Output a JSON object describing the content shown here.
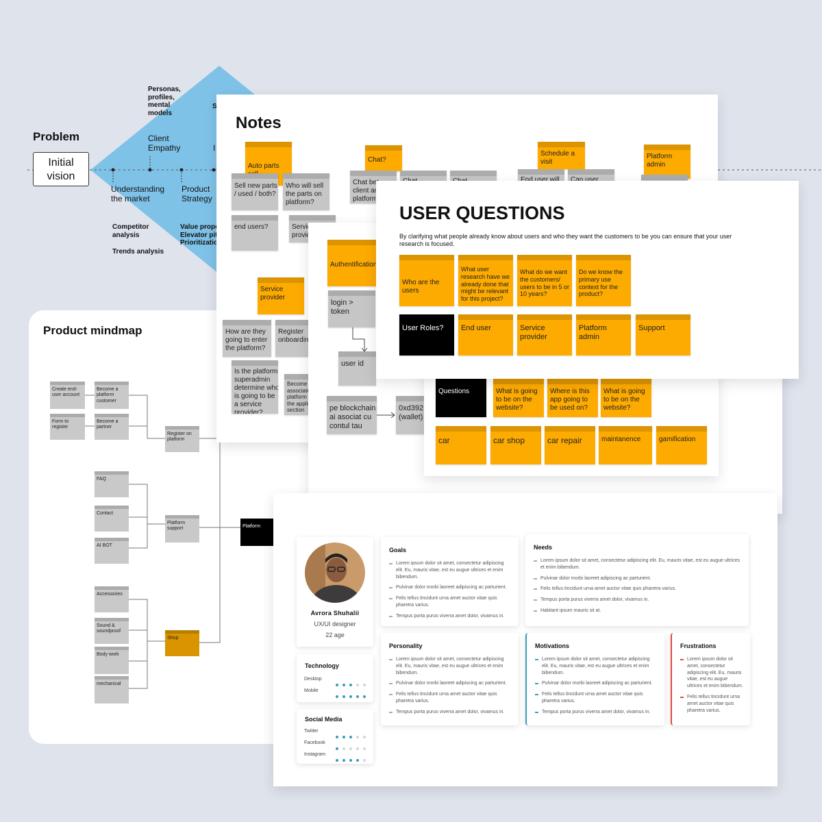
{
  "colors": {
    "background": "#dfe3ec",
    "diamond": "#7fc2e8",
    "sticky": "#fdab00",
    "accent": "#3a9ab8",
    "frustration": "#e0483a"
  },
  "diagram": {
    "problem": "Problem",
    "initial_vision": "Initial\nvision",
    "personas": "Personas,\nprofiles,\nmental\nmodels",
    "client_empathy": "Client\nEmpathy",
    "understanding": "Understanding\nthe market",
    "product_strategy": "Product\nStrategy",
    "competitor": "Competitor\nanalysis",
    "trends": "Trends analysis",
    "value_prop": "Value propo\nElevator pit\nPrioritizatio",
    "cut_s": "S",
    "cut_i": "I"
  },
  "notes": {
    "title": "Notes",
    "stickies": [
      "Auto parts sell",
      "Chat?",
      "Schedule a\nvisit",
      "Platform\nadmin",
      "Service\nprovider",
      "Authentification"
    ],
    "grey": [
      "Sell new parts\n/ used / both?",
      "Who will sell\nthe parts on\nplatform?",
      "end users?",
      "Service\nprovid",
      "Chat bet\nclient an\nplatform",
      "Chat between",
      "Chat between",
      "End user will",
      "Can user have",
      "How are they\ngoing to enter\nthe platform?",
      "Register\nonboarding",
      "Is the platform\nsuperadmin\ndetermine who\nis going to be\na service\nprovider?",
      "Become\nassociate\nplatform\nthe applic\nsection",
      "login > token",
      "user id",
      "pe blockchain\nai asociat cu\ncontul tau",
      "0xd3921\n(wallet)"
    ]
  },
  "mindmap": {
    "title": "Product mindmap",
    "nodes": [
      "Create end-\nuser account",
      "Become a\nplatform\ncustomer",
      "Form to\nregister",
      "Become a\npartner",
      "Register on\nplatform",
      "FAQ",
      "Contact",
      "AI BOT",
      "Platform\nsupport",
      "Accessories",
      "Sound &\nsoundproof",
      "Body work",
      "mechanical",
      "Shop",
      "Platform"
    ]
  },
  "user_questions": {
    "title": "USER QUESTIONS",
    "intro": "By clarifying what people already know about users and who they want the customers to be you can ensure that your user research is focused.",
    "row1": [
      "Who are the users",
      "What user\nresearch have we\nalready done that\nmight be relevant\nfor this project?",
      "What do we want\nthe customers/\nusers to be in 5 or\n10 years?",
      "Do we know the\nprimary use\ncontext for the\nproduct?"
    ],
    "roles_label": "User Roles?",
    "roles": [
      "End user",
      "Service\nprovider",
      "Platform\nadmin",
      "Support"
    ],
    "questions_label": "Questions",
    "questions": [
      "What is going\nto be on the\nwebsite?",
      "Where is this\napp going to\nbe used on?",
      "What is going\nto be on the\nwebsite?"
    ],
    "keywords": [
      "car",
      "car shop",
      "car repair",
      "maintanence",
      "gamification"
    ]
  },
  "persona": {
    "name": "Avrora Shuhalii",
    "role": "UX/UI designer",
    "age": "22 age",
    "technology_title": "Technology",
    "technology": [
      {
        "label": "Desktop",
        "level": 3
      },
      {
        "label": "Mobile",
        "level": 5
      }
    ],
    "social_title": "Social Media",
    "social": [
      {
        "label": "Twitter",
        "level": 3
      },
      {
        "label": "Facebook",
        "level": 1
      },
      {
        "label": "Instagram",
        "level": 4
      }
    ],
    "goals_title": "Goals",
    "goals": [
      "Lorem ipsum dolor sit amet, consectetur adipiscing elit. Eu, mauris vitae, est eu augue ultrices et enim bibendum.",
      "Pulvinar dolor morbi laoreet adipiscing ac parturient.",
      "Felis tellus tincidunt urna amet auctor vitae quis pharetra varius.",
      "Tempus porta purus viverra amet dolor, vivamus in."
    ],
    "needs_title": "Needs",
    "needs": [
      "Lorem ipsum dolor sit amet, consectetur adipiscing elit. Eu, mauris vitae, est eu augue ultrices et enim bibendum.",
      "Pulvinar dolor morbi laoreet adipiscing ac parturient.",
      "Felis tellus tincidunt urna amet auctor vitae quis pharetra varius.",
      "Tempus porta purus viverra amet dolor, vivamus in.",
      "Habitant ipsum mauris sit at."
    ],
    "personality_title": "Personality",
    "personality": [
      "Lorem ipsum dolor sit amet, consectetur adipiscing elit. Eu, mauris vitae, est eu augue ultrices et enim bibendum.",
      "Pulvinar dolor morbi laoreet adipiscing ac parturient.",
      "Felis tellus tincidunt urna amet auctor vitae quis pharetra varius.",
      "Tempus porta purus viverra amet dolor, vivamus in."
    ],
    "motivations_title": "Motivations",
    "motivations": [
      "Lorem ipsum dolor sit amet, consectetur adipiscing elit. Eu, mauris vitae, est eu augue ultrices et enim bibendum.",
      "Pulvinar dolor morbi laoreet adipiscing ac parturient.",
      "Felis tellus tincidunt urna amet auctor vitae quis pharetra varius.",
      "Tempus porta purus viverra amet dolor, vivamus in."
    ],
    "frustrations_title": "Frustrations",
    "frustrations": [
      "Lorem ipsum dolor sit amet, consectetur adipiscing elit. Eu, mauris vitae, est eu augue ultrices et enim bibendum.",
      "Felis tellus tincidunt urna amet auctor vitae quis pharetra varius."
    ]
  }
}
